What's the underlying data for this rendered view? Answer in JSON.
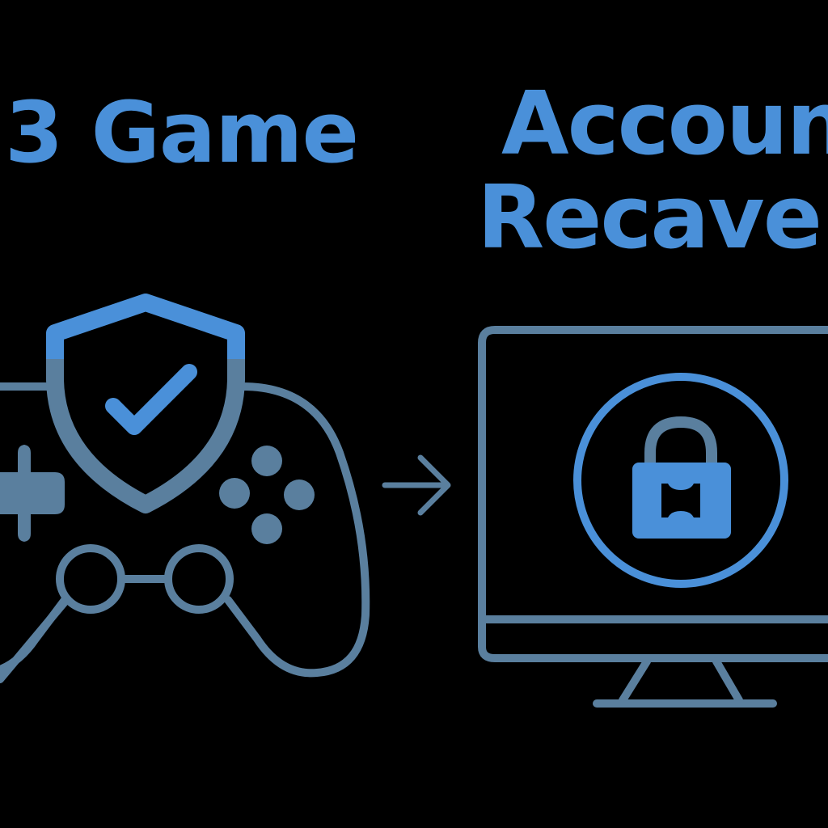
{
  "titles": {
    "left": "3 Game",
    "right_line1": "Accoun",
    "right_line2": "Recaven"
  },
  "icons": {
    "controller": "gamepad-icon",
    "shield": "shield-check-icon",
    "arrow": "arrow-right-icon",
    "monitor": "monitor-icon",
    "lock": "padlock-icon"
  },
  "colors": {
    "background": "#000000",
    "accent_blue": "#4a90d9",
    "line_steel": "#5a7f9e"
  }
}
